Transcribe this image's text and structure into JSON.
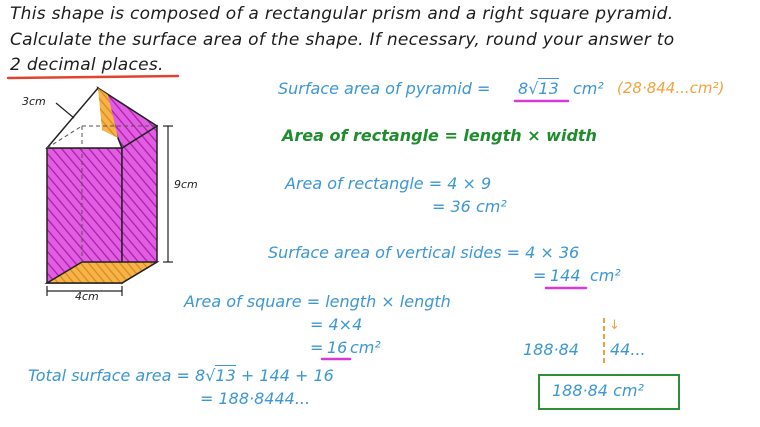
{
  "question": {
    "line1": "This shape is composed of a rectangular prism and a right square pyramid.",
    "line2": "Calculate the surface area of the shape. If necessary, round your answer to",
    "line3": "2 decimal places."
  },
  "diagram": {
    "slant_label": "3cm",
    "height_label": "9cm",
    "base_label": "4cm"
  },
  "working": {
    "pyramid_text": "Surface area of pyramid =",
    "pyramid_value": "8",
    "pyramid_root": "13",
    "pyramid_unit": "cm²",
    "pyramid_decimal": "(28·844...cm²)",
    "rect_formula": "Area of rectangle = length × width",
    "rect_calc": "Area of rectangle = 4 × 9",
    "rect_result": "= 36 cm²",
    "vertical_calc": "Surface area of vertical sides = 4 × 36",
    "vertical_eq": "=",
    "vertical_result": "144",
    "vertical_unit": "cm²",
    "square_formula": "Area of square = length × length",
    "square_calc": "= 4×4",
    "square_eq": "=",
    "square_result": "16",
    "square_unit": "cm²",
    "total_line1_label": "Total surface area =",
    "total_line1_value": "8",
    "total_line1_root": "13",
    "total_line1_rest": "+ 144 + 16",
    "total_line2": "= 188·8444...",
    "rounding_left": "188·84",
    "rounding_right": "44...",
    "rounding_arrow": "↓",
    "final_answer": "188·84 cm²"
  },
  "colors": {
    "blue": "#3c97d3",
    "green": "#1f8c2e",
    "orange": "#f2a23a",
    "magenta": "#d63ad6",
    "ink": "#1c1c1c"
  }
}
